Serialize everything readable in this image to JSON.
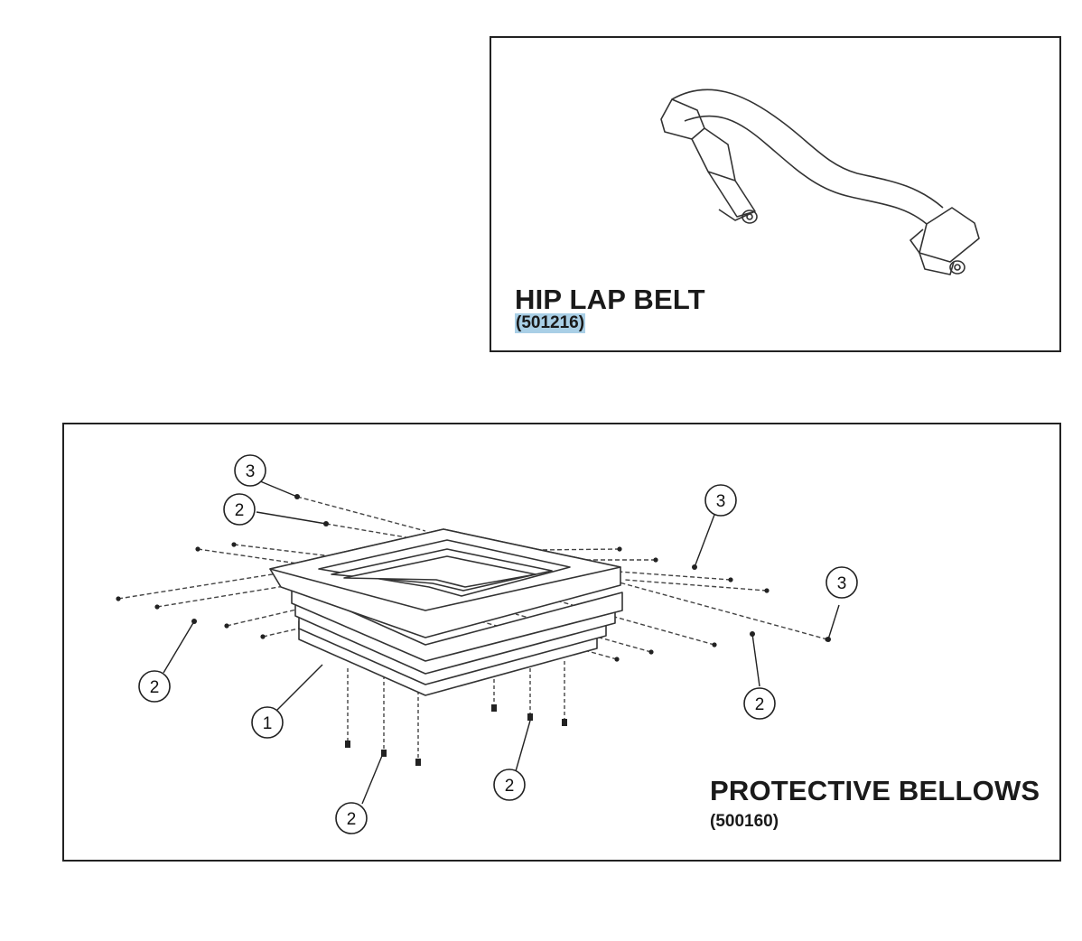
{
  "hip_lap_belt": {
    "title": "HIP LAP BELT",
    "part_number": "(501216)"
  },
  "protective_bellows": {
    "title": "PROTECTIVE BELLOWS",
    "part_number": "(500160)",
    "callouts": [
      "3",
      "2",
      "3",
      "3",
      "2",
      "1",
      "2",
      "2",
      "2"
    ]
  }
}
